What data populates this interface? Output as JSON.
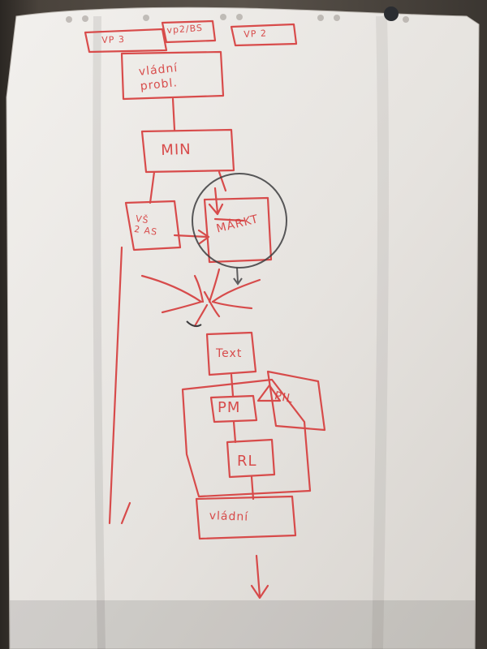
{
  "scene": {
    "description_type": "handwritten flipchart photo",
    "ink_color": "#d63b3b",
    "paper_color": "#e9e6e2"
  },
  "labels": {
    "vp3": "VP 3",
    "vp_center": "vp2/BS",
    "vp2": "VP 2",
    "problem": "vládní probl.",
    "main": "MIN",
    "left_box": "VŠ\n2 AS",
    "circle_box": "MÁRKT",
    "text_box": "Text",
    "pm_box": "PM",
    "circle_small": "PIL",
    "rl_box": "RL",
    "bottom_box": "vládní"
  }
}
